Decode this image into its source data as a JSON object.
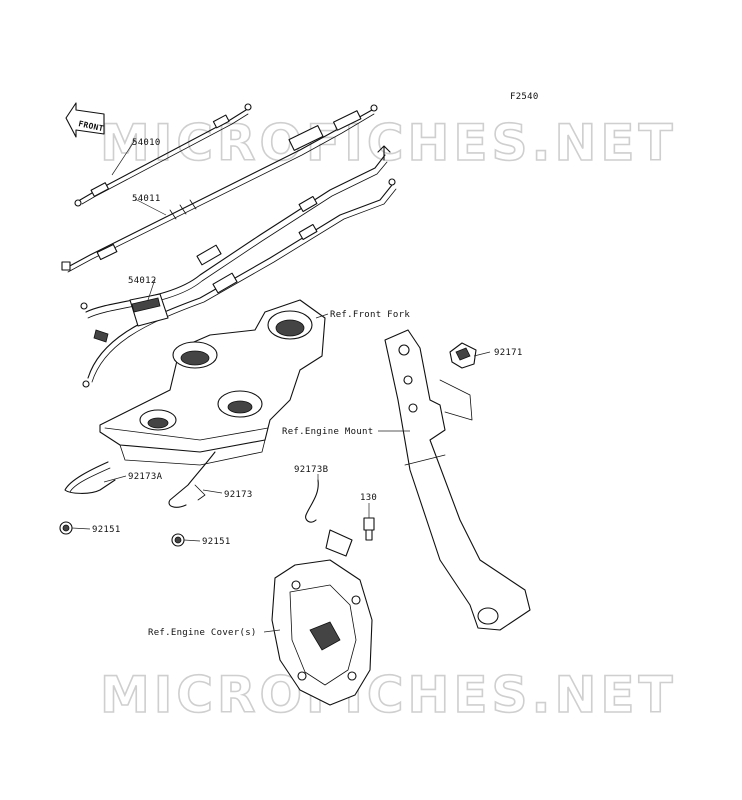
{
  "diagram_code": "F2540",
  "front_arrow_label": "FRONT",
  "watermark_top": "MICROFICHES.NET",
  "watermark_bottom": "MICROFICHES.NET",
  "callouts": {
    "p54010": "54010",
    "p54011": "54011",
    "p54012": "54012",
    "ref_front_fork": "Ref.Front Fork",
    "p92171": "92171",
    "ref_engine_mount": "Ref.Engine Mount",
    "p92173A": "92173A",
    "p92173": "92173",
    "p92151a": "92151",
    "p92151b": "92151",
    "p92173B": "92173B",
    "p130": "130",
    "ref_engine_cover": "Ref.Engine Cover(s)"
  }
}
